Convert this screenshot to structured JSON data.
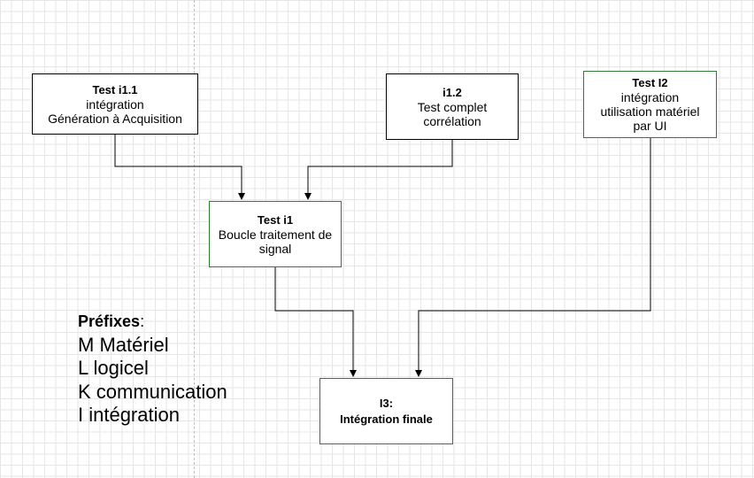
{
  "nodes": {
    "test_i1_1": {
      "title": "Test i1.1",
      "lines": [
        "intégration",
        "Génération à Acquisition"
      ]
    },
    "i1_2": {
      "title": "i1.2",
      "lines": [
        "Test complet",
        "corrélation"
      ]
    },
    "test_i2": {
      "title": "Test I2",
      "lines": [
        "intégration",
        "utilisation matériel",
        "par UI"
      ]
    },
    "test_i1": {
      "title": "Test i1",
      "lines": [
        "Boucle traitement de",
        "signal"
      ]
    },
    "i3": {
      "title": "I3:",
      "subtitle": "Intégration finale"
    }
  },
  "legend": {
    "title": "Préfixes",
    "colon": ":",
    "items": [
      "M Matériel",
      "L logicel",
      "K communication",
      "I intégration"
    ]
  },
  "colors": {
    "edge": "#000000",
    "green_border": "#2e7d32",
    "grid": "#e6e6e6"
  }
}
